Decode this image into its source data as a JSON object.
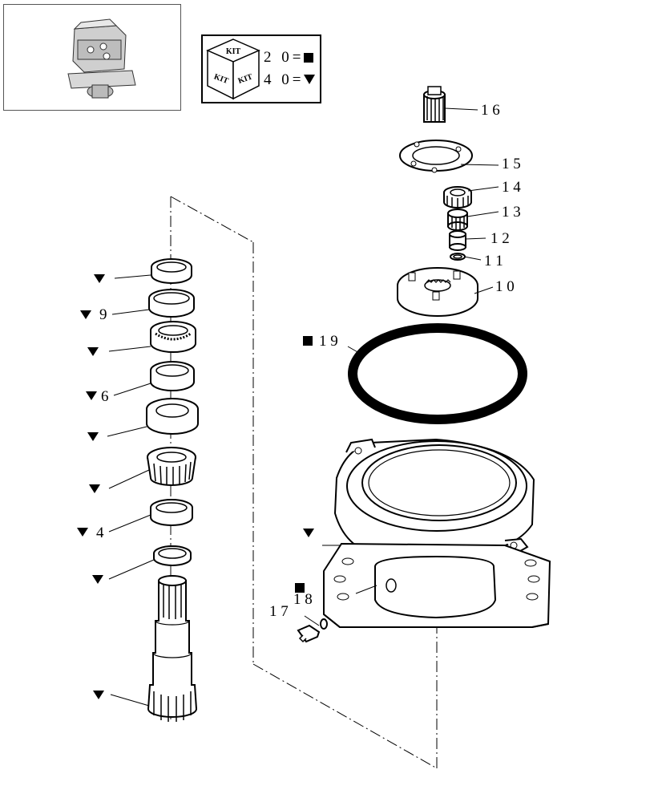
{
  "kit_legend": {
    "cube_label": "KIT",
    "line1": {
      "text": "2 0=",
      "symbol": "square"
    },
    "line2": {
      "text": "4 0=",
      "symbol": "triangle"
    }
  },
  "callouts": [
    {
      "id": "16",
      "text": "1 6"
    },
    {
      "id": "15",
      "text": "1 5"
    },
    {
      "id": "14",
      "text": "1 4"
    },
    {
      "id": "13",
      "text": "1 3"
    },
    {
      "id": "12",
      "text": "1 2"
    },
    {
      "id": "11",
      "text": "1 1"
    },
    {
      "id": "10",
      "text": "1 0"
    },
    {
      "id": "19",
      "text": "1 9",
      "symbol": "square"
    },
    {
      "id": "18",
      "text": "1 8",
      "symbol": "square"
    },
    {
      "id": "17",
      "text": "1 7"
    },
    {
      "id": "9",
      "text": "9",
      "symbol": "triangle"
    },
    {
      "id": "6",
      "text": "6",
      "symbol": "triangle"
    },
    {
      "id": "4",
      "text": "4",
      "symbol": "triangle"
    }
  ],
  "colors": {
    "line": "#000000",
    "frame": "#555555",
    "fill": "#ffffff",
    "shade": "#d8d8d8"
  }
}
